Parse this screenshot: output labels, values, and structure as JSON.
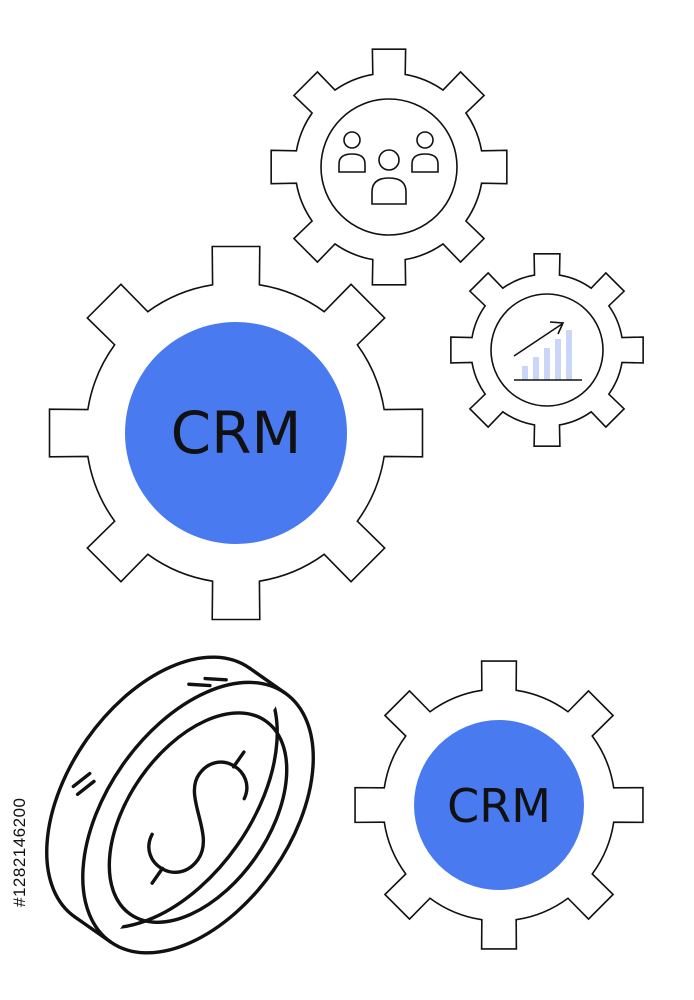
{
  "big_gear": {
    "label": "CRM"
  },
  "small_gear": {
    "label": "CRM"
  },
  "watermark": {
    "id": "#1282146200"
  },
  "colors": {
    "accent": "#4a7af0",
    "chart_bars": "#c9d6f7",
    "stroke": "#111111"
  },
  "icons": [
    "people-icon",
    "growth-chart-icon",
    "dollar-coin-icon",
    "gear-icon"
  ]
}
